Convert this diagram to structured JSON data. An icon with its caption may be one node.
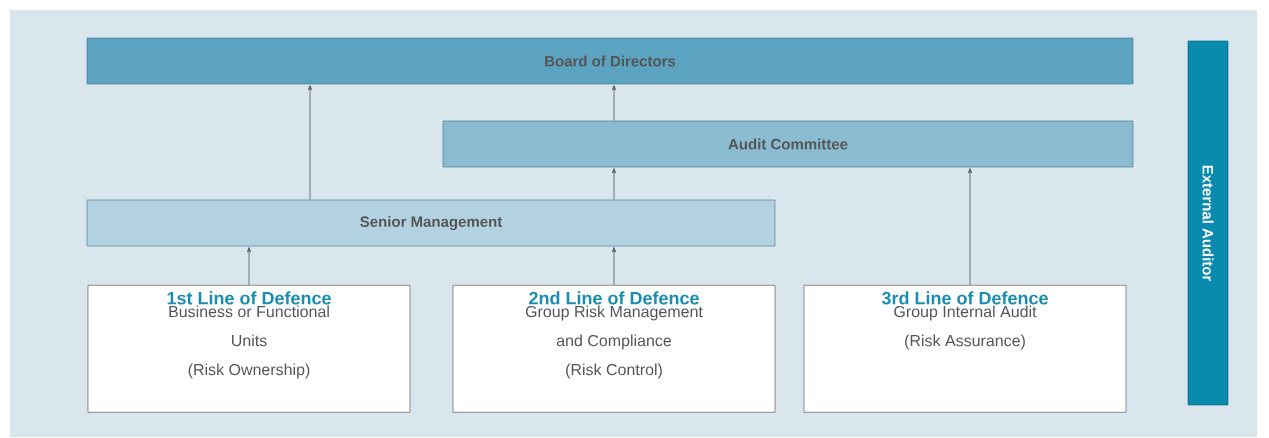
{
  "diagram": {
    "nodes": [
      {
        "text": [
          "Board of Directors"
        ]
      },
      {
        "text": [
          "Audit Committee"
        ]
      },
      {
        "text": [
          "Senior Management"
        ]
      },
      {
        "text": [
          "1st Line of Defence",
          "Business or Functional Units",
          "(Risk Ownership)"
        ]
      },
      {
        "text": [
          "2nd Line of Defence",
          "Group Risk Management and Compliance",
          "(Risk Control)"
        ]
      },
      {
        "text": [
          "3rd Line of Defence",
          "Group Internal Audit",
          "(Risk Assurance)"
        ]
      },
      {
        "text": [
          "External Auditor"
        ]
      }
    ],
    "edges": [
      {
        "from": 2,
        "to": 0,
        "arrow": "to"
      },
      {
        "from": 1,
        "to": 0,
        "arrow": "to"
      },
      {
        "from": 2,
        "to": 1,
        "arrow": "to"
      },
      {
        "from": 3,
        "to": 2,
        "arrow": "to"
      },
      {
        "from": 4,
        "to": 2,
        "arrow": "to"
      },
      {
        "from": 5,
        "to": 1,
        "arrow": "to"
      }
    ]
  }
}
